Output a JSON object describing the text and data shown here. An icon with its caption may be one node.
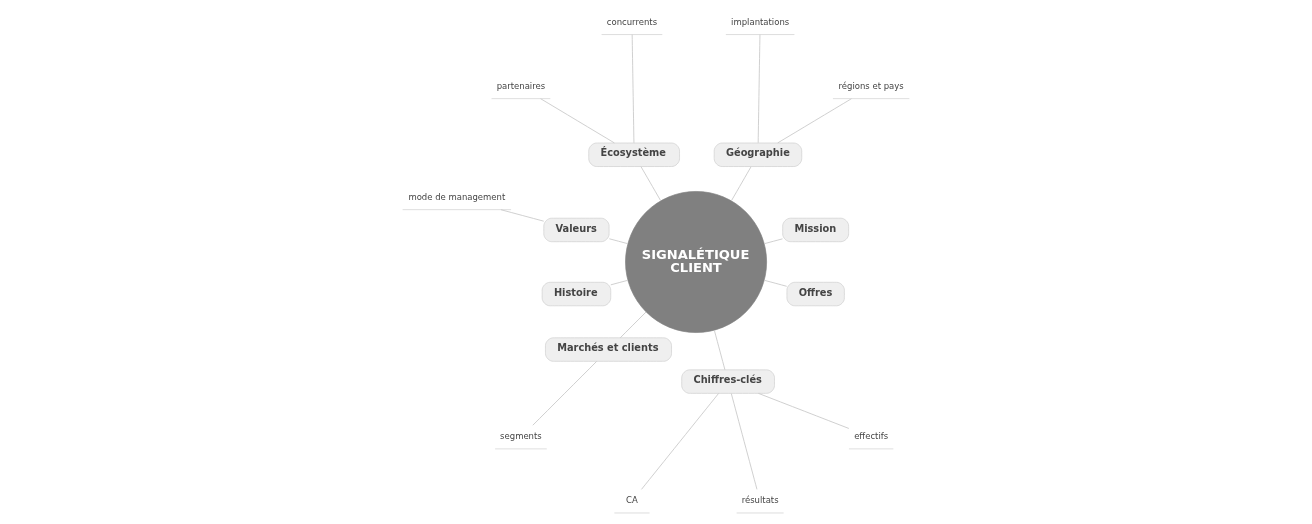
{
  "diagram": {
    "nodes": [
      {
        "text": [
          "SIGNALÉTIQUE CLIENT"
        ]
      },
      {
        "text": [
          "Mission"
        ]
      },
      {
        "text": [
          "Géographie"
        ]
      },
      {
        "text": [
          "régions et pays"
        ]
      },
      {
        "text": [
          "implantations"
        ]
      },
      {
        "text": [
          "Écosystème"
        ]
      },
      {
        "text": [
          "concurrents"
        ]
      },
      {
        "text": [
          "partenaires"
        ]
      },
      {
        "text": [
          "Valeurs"
        ]
      },
      {
        "text": [
          "mode de management"
        ]
      },
      {
        "text": [
          "Histoire"
        ]
      },
      {
        "text": [
          "Marchés et clients"
        ]
      },
      {
        "text": [
          "segments"
        ]
      },
      {
        "text": [
          "Chiffres-clés"
        ]
      },
      {
        "text": [
          "CA"
        ]
      },
      {
        "text": [
          "résultats"
        ]
      },
      {
        "text": [
          "effectifs"
        ]
      },
      {
        "text": [
          "Offres"
        ]
      }
    ],
    "edges": [
      {
        "from": 0,
        "to": 1,
        "arrow": "none"
      },
      {
        "from": 0,
        "to": 2,
        "arrow": "none"
      },
      {
        "from": 2,
        "to": 3,
        "arrow": "none"
      },
      {
        "from": 2,
        "to": 4,
        "arrow": "none"
      },
      {
        "from": 0,
        "to": 5,
        "arrow": "none"
      },
      {
        "from": 5,
        "to": 6,
        "arrow": "none"
      },
      {
        "from": 5,
        "to": 7,
        "arrow": "none"
      },
      {
        "from": 0,
        "to": 8,
        "arrow": "none"
      },
      {
        "from": 8,
        "to": 9,
        "arrow": "none"
      },
      {
        "from": 0,
        "to": 10,
        "arrow": "none"
      },
      {
        "from": 0,
        "to": 11,
        "arrow": "none"
      },
      {
        "from": 11,
        "to": 12,
        "arrow": "none"
      },
      {
        "from": 0,
        "to": 13,
        "arrow": "none"
      },
      {
        "from": 13,
        "to": 14,
        "arrow": "none"
      },
      {
        "from": 13,
        "to": 15,
        "arrow": "none"
      },
      {
        "from": 13,
        "to": 16,
        "arrow": "none"
      },
      {
        "from": 0,
        "to": 17,
        "arrow": "none"
      }
    ]
  }
}
